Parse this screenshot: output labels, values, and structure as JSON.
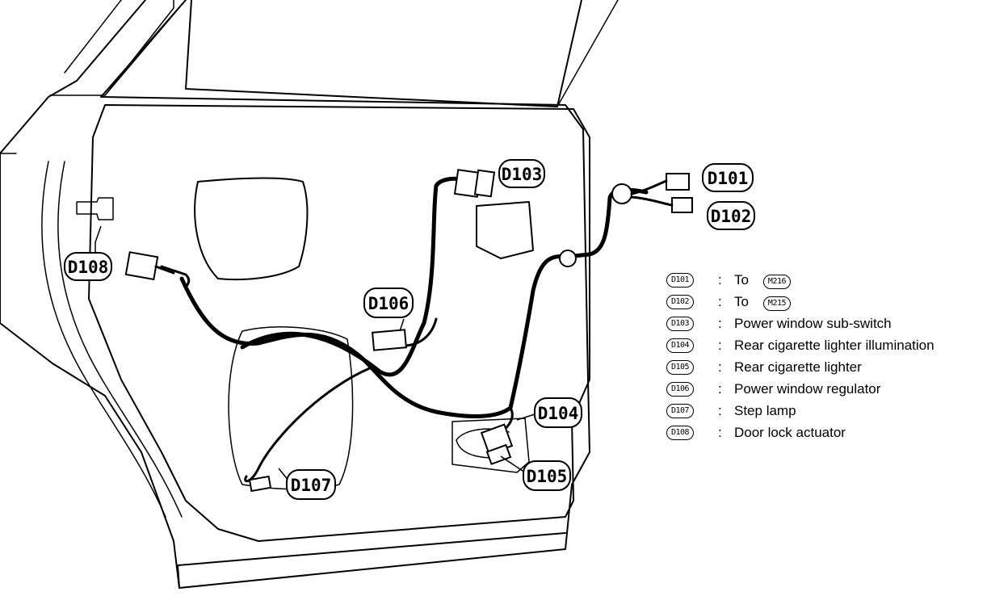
{
  "callouts": [
    {
      "code": "D101"
    },
    {
      "code": "D102"
    },
    {
      "code": "D103"
    },
    {
      "code": "D104"
    },
    {
      "code": "D105"
    },
    {
      "code": "D106"
    },
    {
      "code": "D107"
    },
    {
      "code": "D108"
    }
  ],
  "legend": [
    {
      "code": "D101",
      "separator": ":",
      "text": "To",
      "ref": "M216"
    },
    {
      "code": "D102",
      "separator": ":",
      "text": "To",
      "ref": "M215"
    },
    {
      "code": "D103",
      "separator": ":",
      "text": "Power window sub-switch"
    },
    {
      "code": "D104",
      "separator": ":",
      "text": "Rear cigarette lighter illumination"
    },
    {
      "code": "D105",
      "separator": ":",
      "text": "Rear cigarette lighter"
    },
    {
      "code": "D106",
      "separator": ":",
      "text": "Power window regulator"
    },
    {
      "code": "D107",
      "separator": ":",
      "text": "Step lamp"
    },
    {
      "code": "D108",
      "separator": ":",
      "text": "Door lock actuator"
    }
  ]
}
